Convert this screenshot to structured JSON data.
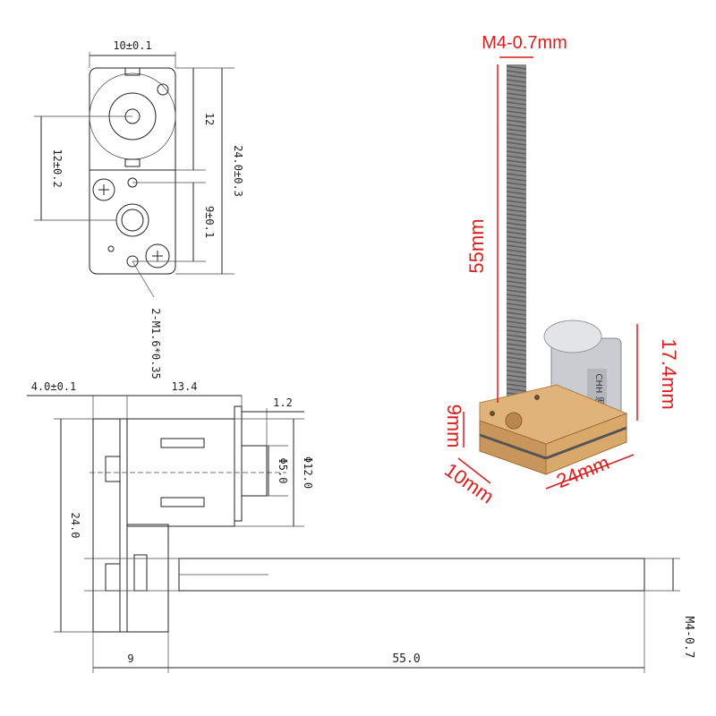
{
  "drawings": {
    "front_view": {
      "width_label": "10±0.1",
      "upper_height_label": "12",
      "total_height_label": "24.0±0.3",
      "left_height_label": "12±0.2",
      "hole_spacing_label": "9±0.1",
      "screw_label": "2-M1.6*0.35"
    },
    "side_view": {
      "plate_thickness_label": "4.0±0.1",
      "motor_length_label": "13.4",
      "end_cap_label": "1.2",
      "shaft_dia_label": "Φ5.0",
      "motor_dia_label": "Φ12.0",
      "height_label": "24.0",
      "gear_offset_label": "9",
      "rod_length_label": "55.0",
      "thread_label": "M4-0.7"
    }
  },
  "photo": {
    "thread_label": "M4-0.7mm",
    "rod_length_label": "55mm",
    "motor_height_label": "17.4mm",
    "gearbox_height_label": "9mm",
    "gearbox_width_label": "10mm",
    "gearbox_length_label": "24mm",
    "motor_marking": "CHH 思邦",
    "colors": {
      "annotation_red": "#d81e1e",
      "brass": "#d9a86b",
      "steel": "#8a8a8a",
      "motor_can": "#c9cdd2"
    }
  }
}
